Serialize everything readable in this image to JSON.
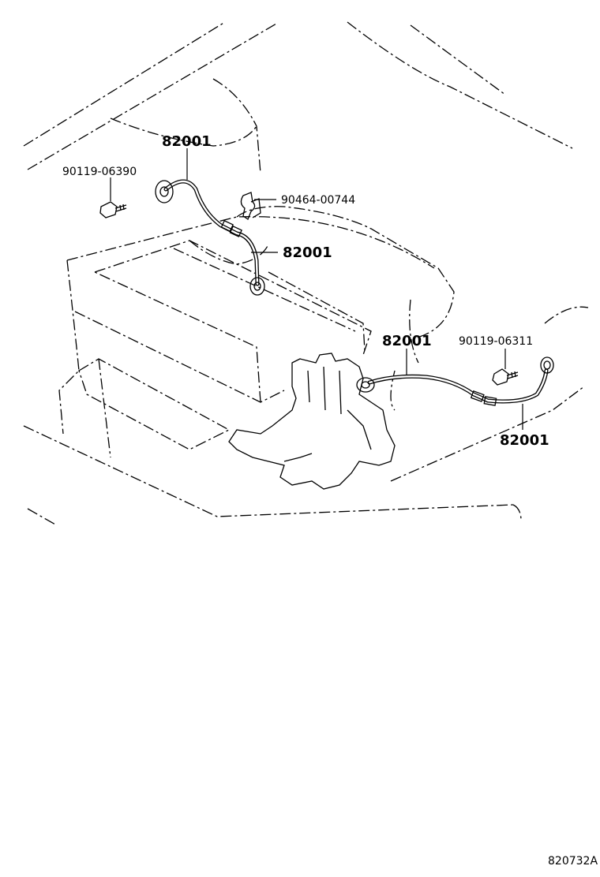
{
  "diagram": {
    "labels": {
      "ground_strap_upper": "82001",
      "bolt_left": "90119-06390",
      "clamp": "90464-00744",
      "ground_strap_upper_lower": "82001",
      "ground_strap_right": "82001",
      "bolt_right": "90119-06311",
      "ground_strap_right_lower": "82001"
    },
    "illustration_code": "820732A"
  }
}
